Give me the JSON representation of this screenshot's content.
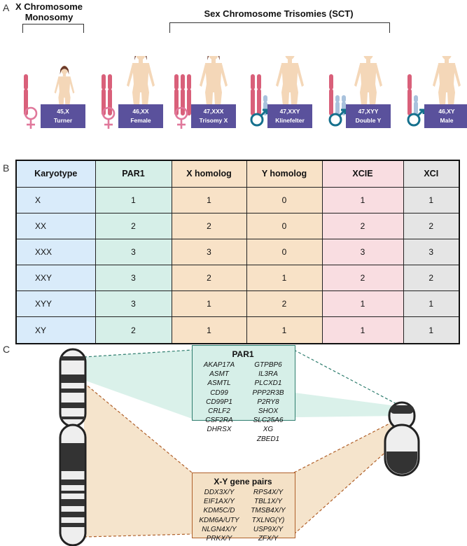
{
  "panels": {
    "a": "A",
    "b": "B",
    "c": "C"
  },
  "panel_a": {
    "monosomy_title_line1": "X Chromosome",
    "monosomy_title_line2": "Monosomy",
    "sct_title": "Sex Chromosome Trisomies (SCT)",
    "cards": [
      {
        "karyotype": "45,X",
        "label": "Turner",
        "sex": "female",
        "chromosomes": [
          "X"
        ]
      },
      {
        "karyotype": "46,XX",
        "label": "Female",
        "sex": "female",
        "chromosomes": [
          "X",
          "X"
        ]
      },
      {
        "karyotype": "47,XXX",
        "label": "Trisomy X",
        "sex": "female",
        "chromosomes": [
          "X",
          "X",
          "X"
        ]
      },
      {
        "karyotype": "47,XXY",
        "label": "Klinefelter",
        "sex": "male",
        "chromosomes": [
          "X",
          "X",
          "Y"
        ]
      },
      {
        "karyotype": "47,XYY",
        "label": "Double Y",
        "sex": "male",
        "chromosomes": [
          "X",
          "Y",
          "Y"
        ]
      },
      {
        "karyotype": "46,XY",
        "label": "Male",
        "sex": "male",
        "chromosomes": [
          "X",
          "Y"
        ]
      }
    ],
    "colors": {
      "x_chrom": "#d9607a",
      "y_chrom": "#a9c2dd",
      "female_symbol": "#e0789b",
      "male_symbol": "#15708d",
      "label_box": "#5a519c",
      "skin": "#f4d7b8",
      "hair": "#6b3a2a"
    }
  },
  "panel_b": {
    "headers": [
      "Karyotype",
      "PAR1",
      "X homolog",
      "Y homolog",
      "XCIE",
      "XCI"
    ],
    "rows": [
      [
        "X",
        "1",
        "1",
        "0",
        "1",
        "1"
      ],
      [
        "XX",
        "2",
        "2",
        "0",
        "2",
        "2"
      ],
      [
        "XXX",
        "3",
        "3",
        "0",
        "3",
        "3"
      ],
      [
        "XXY",
        "3",
        "2",
        "1",
        "2",
        "2"
      ],
      [
        "XYY",
        "3",
        "1",
        "2",
        "1",
        "1"
      ],
      [
        "XY",
        "2",
        "1",
        "1",
        "1",
        "1"
      ]
    ]
  },
  "panel_c": {
    "par1_title": "PAR1",
    "par1_genes_left": [
      "AKAP17A",
      "ASMT",
      "ASMTL",
      "CD99",
      "CD99P1",
      "CRLF2",
      "CSF2RA",
      "DHRSX"
    ],
    "par1_genes_right": [
      "GTPBP6",
      "IL3RA",
      "PLCXD1",
      "PPP2R3B",
      "P2RY8",
      "SHOX",
      "SLC25A6",
      "XG",
      "ZBED1"
    ],
    "xy_title": "X-Y gene pairs",
    "xy_genes_left": [
      "DDX3X/Y",
      "EIF1AX/Y",
      "KDM5C/D",
      "KDM6A/UTY",
      "NLGN4X/Y",
      "PRKX/Y"
    ],
    "xy_genes_right": [
      "RPS4X/Y",
      "TBL1X/Y",
      "TMSB4X/Y",
      "TXLNG(Y)",
      "USP9X/Y",
      "ZFX/Y"
    ],
    "colors": {
      "par1_fill": "#d6efe8",
      "par1_border": "#2e7d6e",
      "xy_fill": "#f4e1c6",
      "xy_border": "#b0602a"
    }
  }
}
